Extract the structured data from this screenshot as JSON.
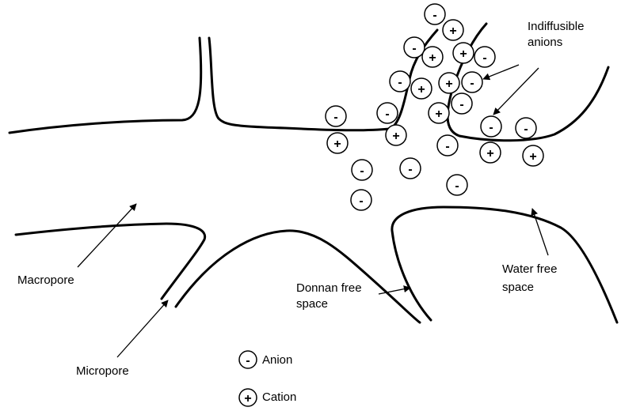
{
  "labels": {
    "indiffusible_line1": "Indiffusible",
    "indiffusible_line2": "anions",
    "macropore": "Macropore",
    "micropore": "Micropore",
    "donnan_line1": "Donnan free",
    "donnan_line2": "space",
    "water_line1": "Water free",
    "water_line2": "space"
  },
  "legend": {
    "anion_symbol": "-",
    "anion_label": "Anion",
    "cation_symbol": "+",
    "cation_label": "Cation"
  },
  "ion_symbols": {
    "anion": "-",
    "cation": "+"
  },
  "colors": {
    "stroke": "#000000",
    "background": "#ffffff"
  }
}
